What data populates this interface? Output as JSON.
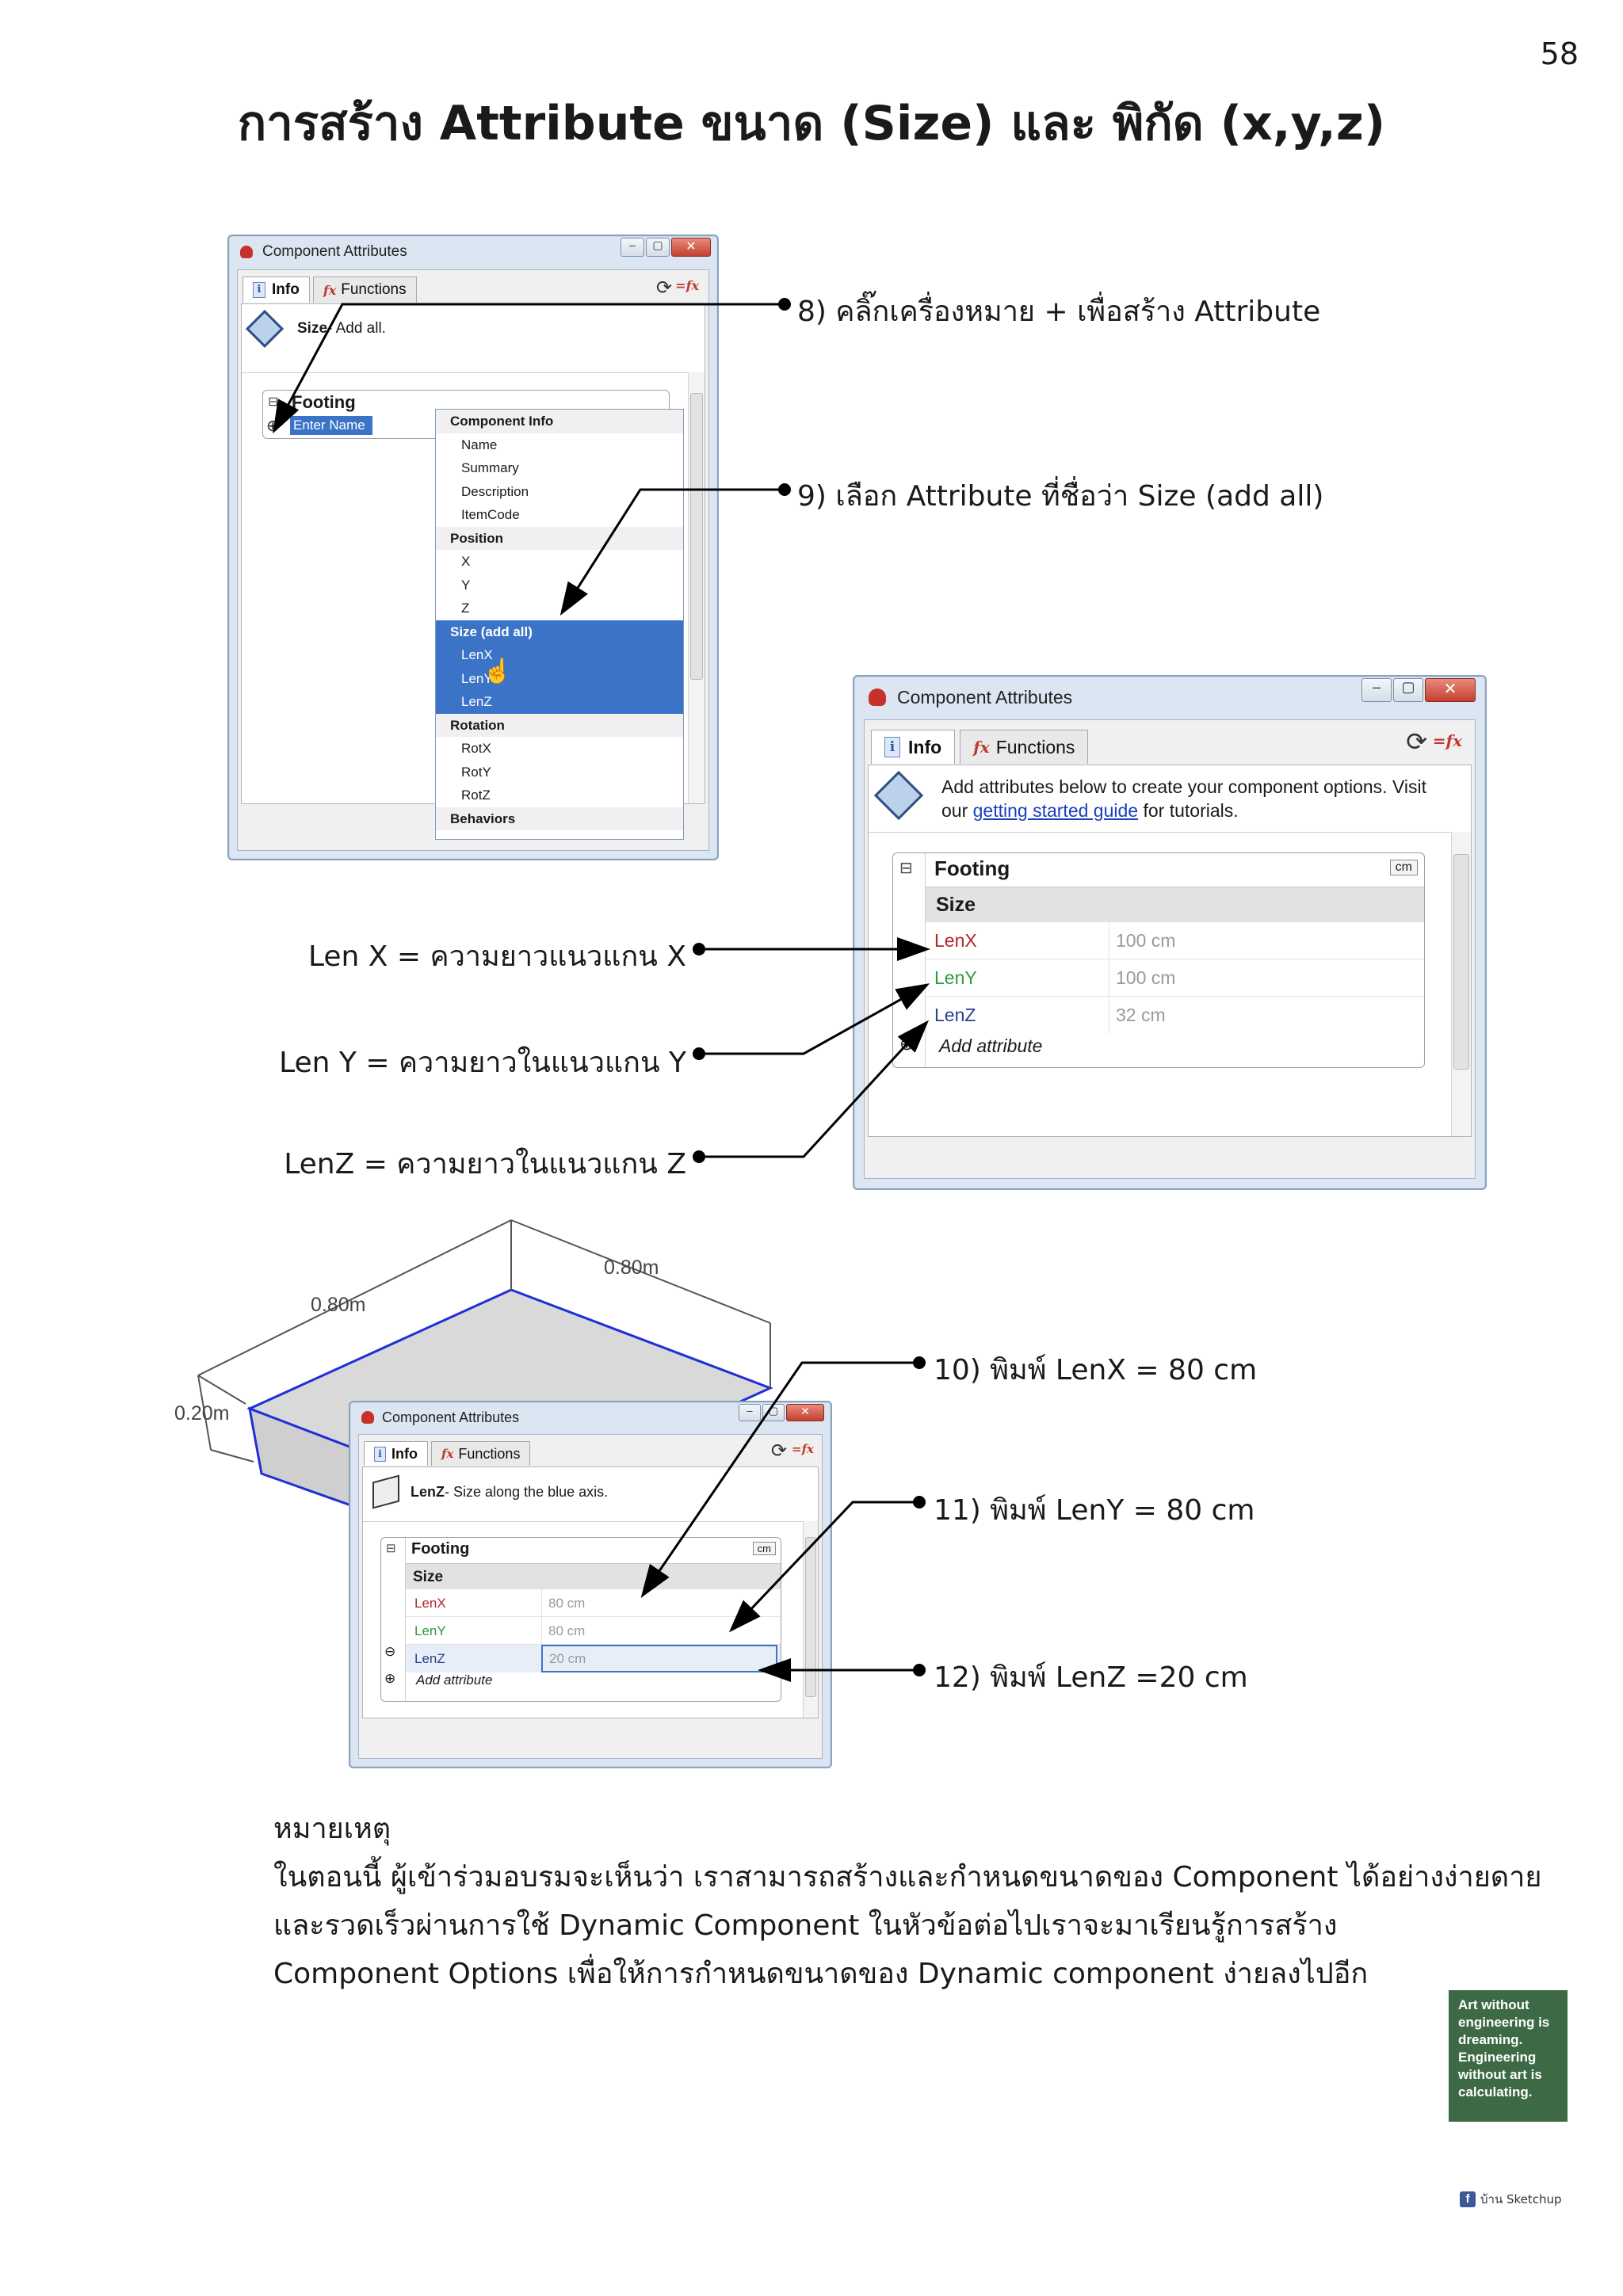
{
  "page": {
    "number": "58",
    "title": "การสร้าง Attribute ขนาด (Size) และ พิกัด (x,y,z)"
  },
  "dialog1": {
    "title": "Component Attributes",
    "tab_info": "Info",
    "tab_functions": "Functions",
    "hint_bold": "Size",
    "hint_text": " - Add all.",
    "group": "Footing",
    "input_value": "Enter Name",
    "menu": [
      {
        "label": "Component Info",
        "kind": "header"
      },
      {
        "label": "Name",
        "kind": "item"
      },
      {
        "label": "Summary",
        "kind": "item"
      },
      {
        "label": "Description",
        "kind": "item"
      },
      {
        "label": "ItemCode",
        "kind": "item"
      },
      {
        "label": "Position",
        "kind": "header"
      },
      {
        "label": "X",
        "kind": "item"
      },
      {
        "label": "Y",
        "kind": "item"
      },
      {
        "label": "Z",
        "kind": "item"
      },
      {
        "label": "Size (add all)",
        "kind": "header-selected"
      },
      {
        "label": "LenX",
        "kind": "item-selected"
      },
      {
        "label": "LenY",
        "kind": "item-selected"
      },
      {
        "label": "LenZ",
        "kind": "item-selected"
      },
      {
        "label": "Rotation",
        "kind": "header"
      },
      {
        "label": "RotX",
        "kind": "item"
      },
      {
        "label": "RotY",
        "kind": "item"
      },
      {
        "label": "RotZ",
        "kind": "item"
      },
      {
        "label": "Behaviors",
        "kind": "header"
      }
    ]
  },
  "dialog2": {
    "title": "Component Attributes",
    "tab_info": "Info",
    "tab_functions": "Functions",
    "hint_pre": "Add attributes below to create your component options. Visit our ",
    "hint_link": "getting started guide",
    "hint_post": " for tutorials.",
    "group": "Footing",
    "unit": "cm",
    "section": "Size",
    "rows": [
      {
        "name": "LenX",
        "value": "100 cm",
        "color": "#b0262b"
      },
      {
        "name": "LenY",
        "value": "100 cm",
        "color": "#2e9b3a"
      },
      {
        "name": "LenZ",
        "value": "32 cm",
        "color": "#2b3f8f"
      }
    ],
    "add": "Add attribute"
  },
  "dialog3": {
    "title": "Component Attributes",
    "tab_info": "Info",
    "tab_functions": "Functions",
    "hint_bold": "LenZ",
    "hint_text": " - Size along the blue axis.",
    "group": "Footing",
    "unit": "cm",
    "section": "Size",
    "rows": [
      {
        "name": "LenX",
        "value": "80 cm",
        "color": "#b0262b"
      },
      {
        "name": "LenY",
        "value": "80 cm",
        "color": "#2e9b3a"
      },
      {
        "name": "LenZ",
        "value": "20 cm",
        "color": "#2b3f8f"
      }
    ],
    "add": "Add attribute"
  },
  "model": {
    "dim_a": "0.80m",
    "dim_b": "0.80m",
    "dim_h": "0.20m"
  },
  "callouts": {
    "c8": "8) คลิ๊กเครื่องหมาย + เพื่อสร้าง Attribute",
    "c9": "9) เลือก Attribute ที่ชื่อว่า Size (add all)",
    "c10": "10) พิมพ์ LenX = 80 cm",
    "c11": "11) พิมพ์ LenY = 80 cm",
    "c12": "12) พิมพ์ LenZ =20 cm"
  },
  "labels": {
    "lx": "Len X = ความยาวแนวแกน X",
    "ly": "Len Y = ความยาวในแนวแกน Y",
    "lz": "LenZ = ความยาวในแนวแกน Z"
  },
  "note": {
    "heading": "หมายเหตุ",
    "line1": "ในตอนนี้ ผู้เข้าร่วมอบรมจะเห็นว่า เราสามารถสร้างและกำหนดขนาดของ Component ได้อย่างง่ายดาย",
    "line2": "และรวดเร็วผ่านการใช้ Dynamic Component ในหัวข้อต่อไปเราจะมาเรียนรู้การสร้าง",
    "line3": "Component Options เพื่อให้การกำหนดขนาดของ Dynamic component ง่ายลงไปอีก"
  },
  "poster": {
    "quote": "Art without engineering is dreaming. Engineering without art is calculating.",
    "footer": "บ้าน Sketchup"
  },
  "colors": {
    "selection": "#3b74c7",
    "model_edge": "#1f2fd6",
    "model_face": "#d9d9d9"
  }
}
